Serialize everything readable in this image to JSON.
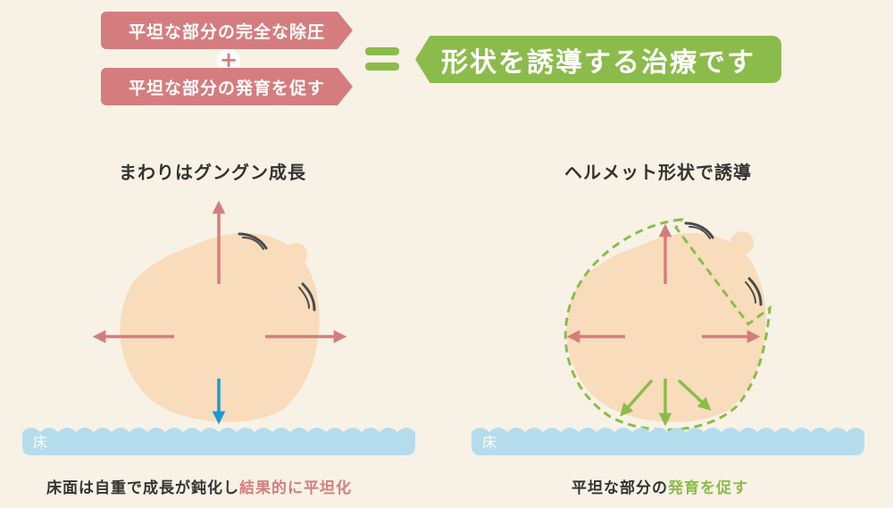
{
  "formula": {
    "term1": "平坦な部分の完全な除圧",
    "plus": "+",
    "term2": "平坦な部分の発育を促す",
    "equals": "=",
    "result": "形状を誘導する治療です"
  },
  "left_panel": {
    "heading": "まわりはグングン成長",
    "floor_label": "床",
    "caption_plain": "床面は自重で成長が鈍化し",
    "caption_highlight": "結果的に平坦化"
  },
  "right_panel": {
    "heading": "ヘルメット形状で誘導",
    "floor_label": "床",
    "caption_plain1": "平坦な部分の",
    "caption_highlight": "発育を促す",
    "caption_plain2": ""
  },
  "colors": {
    "background": "#f8f2e6",
    "red_accent": "#d57d7e",
    "green_accent": "#8bbc4b",
    "blue_arrow": "#1a9bd0",
    "head_skin": "#f8dcbb",
    "floor": "#b5dced"
  }
}
